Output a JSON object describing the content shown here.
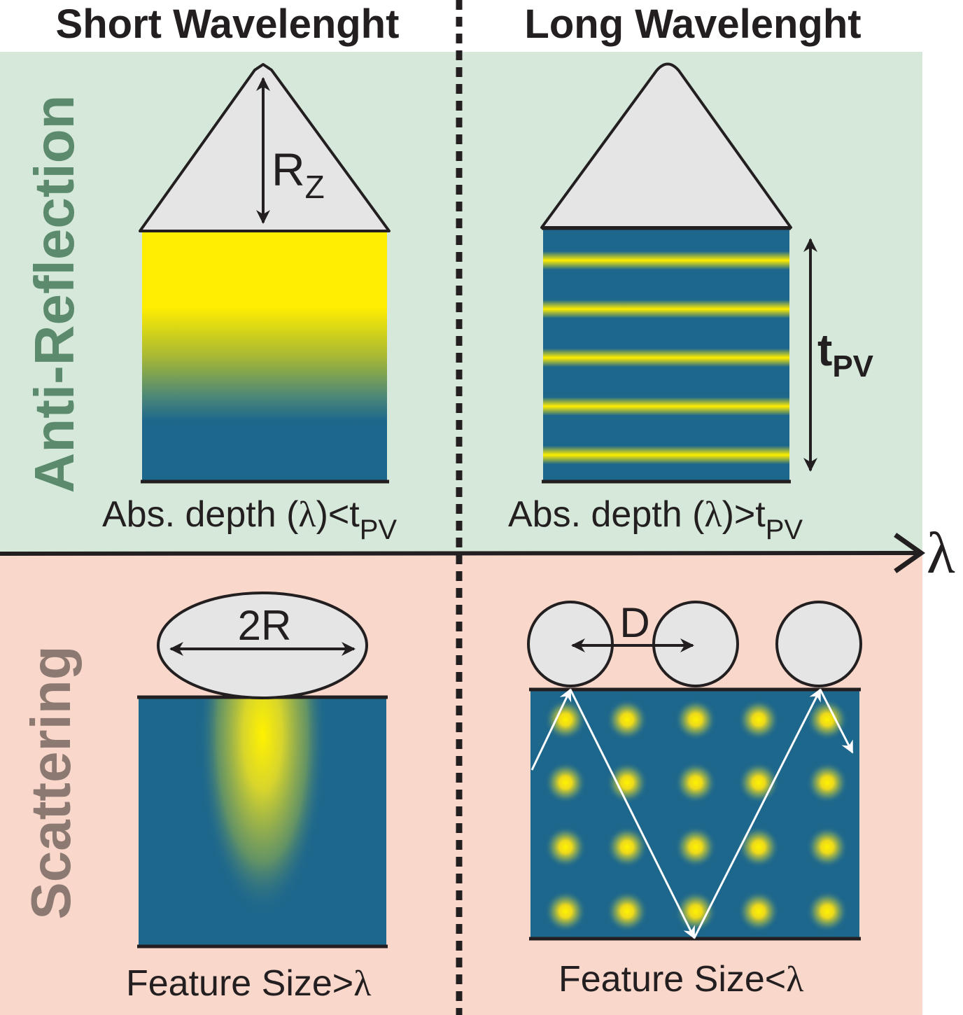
{
  "headings": {
    "left": "Short Wavelenght",
    "right": "Long Wavelenght"
  },
  "axis": {
    "symbol": "λ"
  },
  "rows": {
    "top": "Anti-Reflection",
    "bottom": "Scattering"
  },
  "labels": {
    "rz_main": "R",
    "rz_sub": "Z",
    "tpv_main": "t",
    "tpv_sub": "PV",
    "radius": "2R",
    "distance": "D"
  },
  "captions": {
    "ar_short": {
      "prefix": "Abs. depth (",
      "lambda": "λ",
      "relation": ")<t",
      "sub": "PV"
    },
    "ar_long": {
      "prefix": "Abs. depth (",
      "lambda": "λ",
      "relation": ")>t",
      "sub": "PV"
    },
    "sc_short": {
      "prefix": "Feature Size>",
      "lambda": "λ"
    },
    "sc_long": {
      "prefix": "Feature Size<",
      "lambda": "λ"
    }
  },
  "colors": {
    "ar_background": "#d5e8d9",
    "sc_background": "#f9d7ca",
    "ar_title": "#5b8a6c",
    "sc_title": "#8c7a72",
    "absorber_blue": "#1d678d",
    "absorber_yellow": "#ffee00",
    "texture_gray": "#e5e5e5",
    "ink": "#231f20"
  }
}
